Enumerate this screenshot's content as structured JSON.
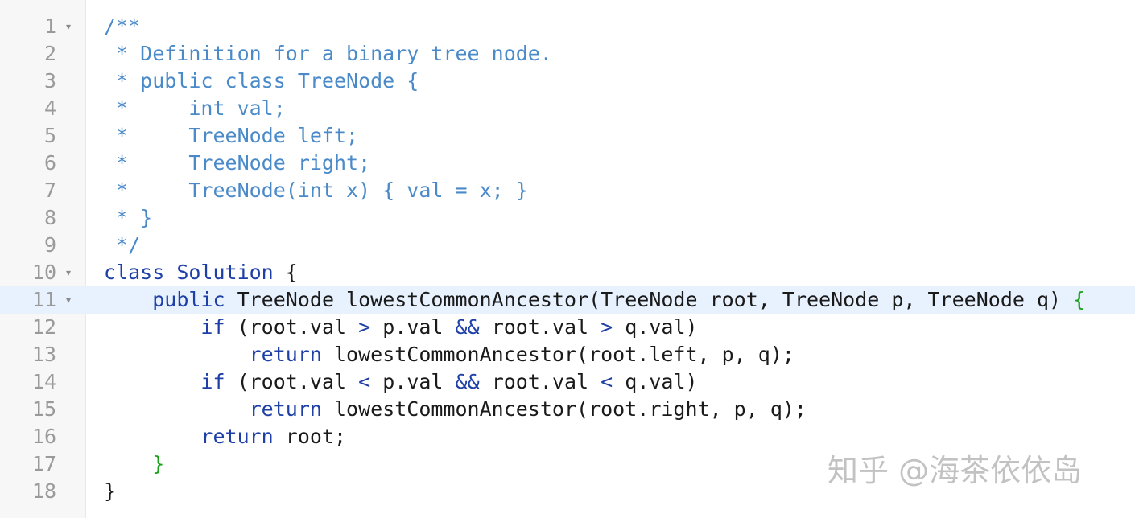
{
  "editor": {
    "colors": {
      "comment": "#4a8ac8",
      "keyword": "#1d3fa6",
      "plain": "#1a1a1a",
      "line_number": "#9a9a9a",
      "active_line_bg": "#e8f2fe",
      "brace_green": "#1aa11a"
    },
    "active_line": 11,
    "lines": [
      {
        "number": "1",
        "fold": "▾",
        "tokens": [
          {
            "t": "/**",
            "c": "comment"
          }
        ]
      },
      {
        "number": "2",
        "fold": "",
        "tokens": [
          {
            "t": " * Definition for a binary tree node.",
            "c": "comment"
          }
        ]
      },
      {
        "number": "3",
        "fold": "",
        "tokens": [
          {
            "t": " * public class TreeNode {",
            "c": "comment"
          }
        ]
      },
      {
        "number": "4",
        "fold": "",
        "tokens": [
          {
            "t": " *     int val;",
            "c": "comment"
          }
        ]
      },
      {
        "number": "5",
        "fold": "",
        "tokens": [
          {
            "t": " *     TreeNode left;",
            "c": "comment"
          }
        ]
      },
      {
        "number": "6",
        "fold": "",
        "tokens": [
          {
            "t": " *     TreeNode right;",
            "c": "comment"
          }
        ]
      },
      {
        "number": "7",
        "fold": "",
        "tokens": [
          {
            "t": " *     TreeNode(int x) { val = x; }",
            "c": "comment"
          }
        ]
      },
      {
        "number": "8",
        "fold": "",
        "tokens": [
          {
            "t": " * }",
            "c": "comment"
          }
        ]
      },
      {
        "number": "9",
        "fold": "",
        "tokens": [
          {
            "t": " */",
            "c": "comment"
          }
        ]
      },
      {
        "number": "10",
        "fold": "▾",
        "tokens": [
          {
            "t": "class",
            "c": "keyword"
          },
          {
            "t": " ",
            "c": "plain"
          },
          {
            "t": "Solution",
            "c": "keyword"
          },
          {
            "t": " {",
            "c": "plain"
          }
        ]
      },
      {
        "number": "11",
        "fold": "▾",
        "tokens": [
          {
            "t": "    ",
            "c": "plain"
          },
          {
            "t": "public",
            "c": "keyword"
          },
          {
            "t": " TreeNode lowestCommonAncestor(TreeNode root, TreeNode p, TreeNode q) ",
            "c": "plain"
          },
          {
            "t": "{",
            "c": "brace-green"
          }
        ]
      },
      {
        "number": "12",
        "fold": "",
        "tokens": [
          {
            "t": "        ",
            "c": "plain"
          },
          {
            "t": "if",
            "c": "keyword"
          },
          {
            "t": " (root.val ",
            "c": "plain"
          },
          {
            "t": ">",
            "c": "op"
          },
          {
            "t": " p.val ",
            "c": "plain"
          },
          {
            "t": "&&",
            "c": "op"
          },
          {
            "t": " root.val ",
            "c": "plain"
          },
          {
            "t": ">",
            "c": "op"
          },
          {
            "t": " q.val)",
            "c": "plain"
          }
        ]
      },
      {
        "number": "13",
        "fold": "",
        "tokens": [
          {
            "t": "            ",
            "c": "plain"
          },
          {
            "t": "return",
            "c": "keyword"
          },
          {
            "t": " lowestCommonAncestor(root.left, p, q);",
            "c": "plain"
          }
        ]
      },
      {
        "number": "14",
        "fold": "",
        "tokens": [
          {
            "t": "        ",
            "c": "plain"
          },
          {
            "t": "if",
            "c": "keyword"
          },
          {
            "t": " (root.val ",
            "c": "plain"
          },
          {
            "t": "<",
            "c": "op"
          },
          {
            "t": " p.val ",
            "c": "plain"
          },
          {
            "t": "&&",
            "c": "op"
          },
          {
            "t": " root.val ",
            "c": "plain"
          },
          {
            "t": "<",
            "c": "op"
          },
          {
            "t": " q.val)",
            "c": "plain"
          }
        ]
      },
      {
        "number": "15",
        "fold": "",
        "tokens": [
          {
            "t": "            ",
            "c": "plain"
          },
          {
            "t": "return",
            "c": "keyword"
          },
          {
            "t": " lowestCommonAncestor(root.right, p, q);",
            "c": "plain"
          }
        ]
      },
      {
        "number": "16",
        "fold": "",
        "tokens": [
          {
            "t": "        ",
            "c": "plain"
          },
          {
            "t": "return",
            "c": "keyword"
          },
          {
            "t": " root;",
            "c": "plain"
          }
        ]
      },
      {
        "number": "17",
        "fold": "",
        "tokens": [
          {
            "t": "    ",
            "c": "plain"
          },
          {
            "t": "}",
            "c": "brace-green"
          }
        ]
      },
      {
        "number": "18",
        "fold": "",
        "tokens": [
          {
            "t": "}",
            "c": "plain"
          }
        ]
      }
    ]
  },
  "watermark": {
    "text": "知乎 @海茶依依岛"
  }
}
